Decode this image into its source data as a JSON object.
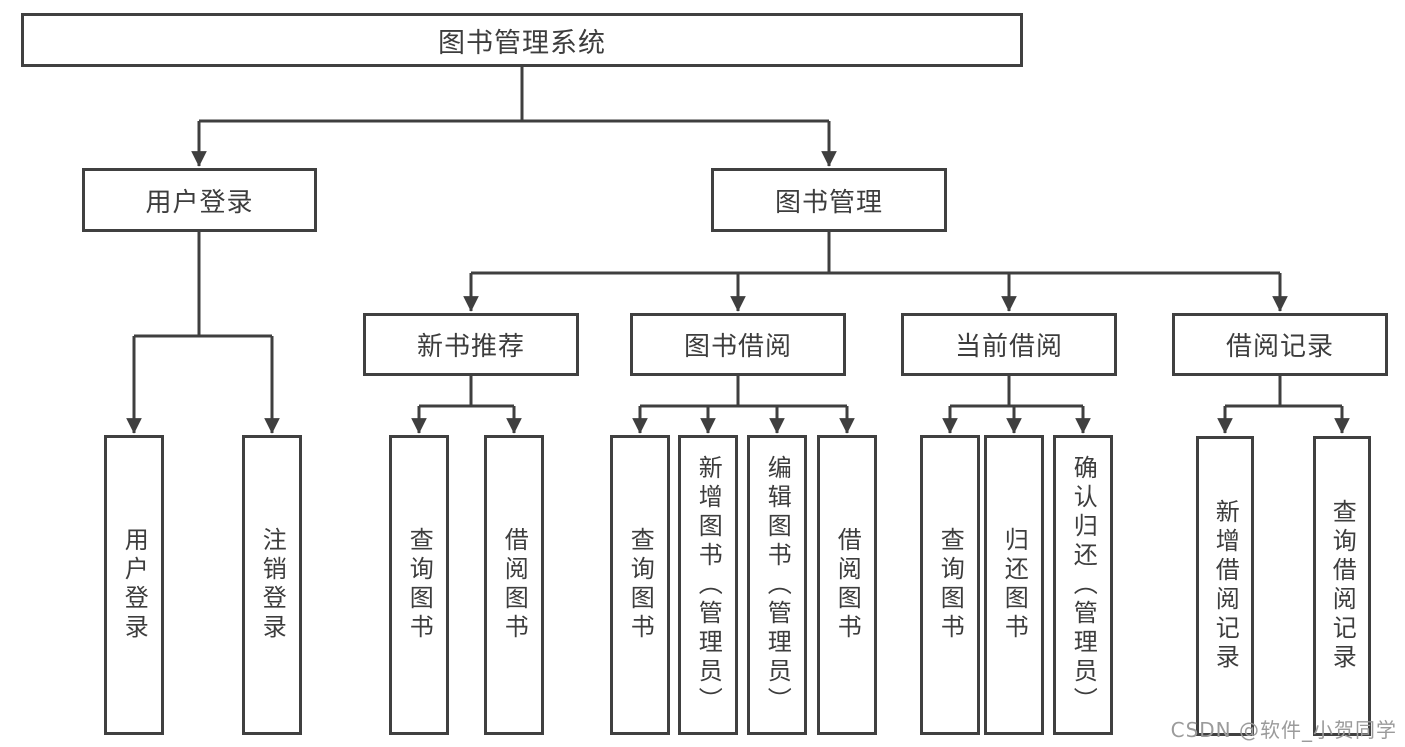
{
  "diagram": {
    "root": {
      "label": "图书管理系统",
      "children": [
        {
          "label": "用户登录",
          "children": [
            {
              "label": "用户登录"
            },
            {
              "label": "注销登录"
            }
          ]
        },
        {
          "label": "图书管理",
          "children": [
            {
              "label": "新书推荐",
              "children": [
                {
                  "label": "查询图书"
                },
                {
                  "label": "借阅图书"
                }
              ]
            },
            {
              "label": "图书借阅",
              "children": [
                {
                  "label": "查询图书"
                },
                {
                  "label": "新增图书（管理员）"
                },
                {
                  "label": "编辑图书（管理员）"
                },
                {
                  "label": "借阅图书"
                }
              ]
            },
            {
              "label": "当前借阅",
              "children": [
                {
                  "label": "查询图书"
                },
                {
                  "label": "归还图书"
                },
                {
                  "label": "确认归还（管理员）"
                }
              ]
            },
            {
              "label": "借阅记录",
              "children": [
                {
                  "label": "新增借阅记录"
                },
                {
                  "label": "查询借阅记录"
                }
              ]
            }
          ]
        }
      ]
    }
  },
  "watermark": {
    "text": "CSDN @软件_小贺同学"
  },
  "colors": {
    "line": "#3f3f3f",
    "border": "#404040",
    "text": "#3d3d3d",
    "watermark": "#9b9b9b",
    "background": "#ffffff"
  }
}
